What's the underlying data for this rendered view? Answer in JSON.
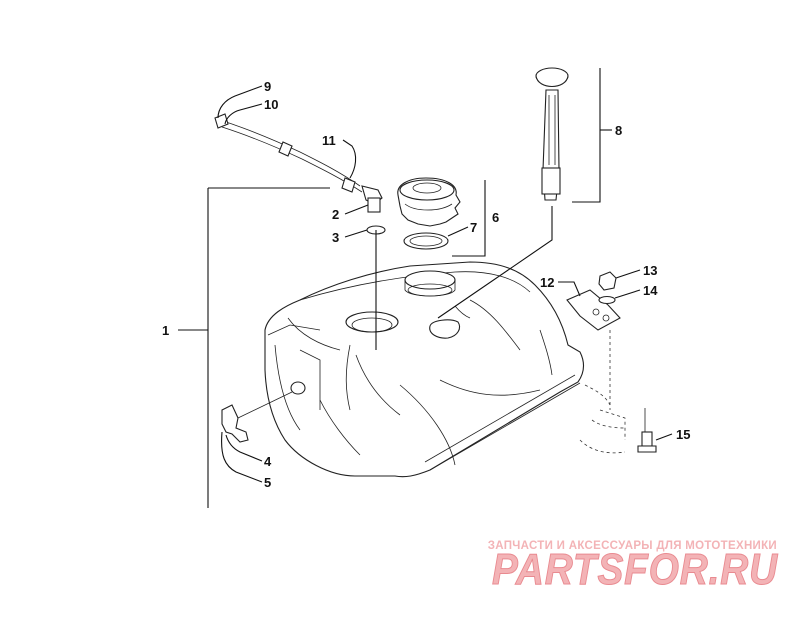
{
  "diagram": {
    "callouts": [
      "1",
      "2",
      "3",
      "4",
      "5",
      "6",
      "7",
      "8",
      "9",
      "10",
      "11",
      "12",
      "13",
      "14",
      "15"
    ]
  },
  "watermark": {
    "tagline": "ЗАПЧАСТИ И АКСЕССУАРЫ ДЛЯ МОТОТЕХНИКИ",
    "logo": "PARTSFOR.RU",
    "color": "#f3b3b6"
  }
}
